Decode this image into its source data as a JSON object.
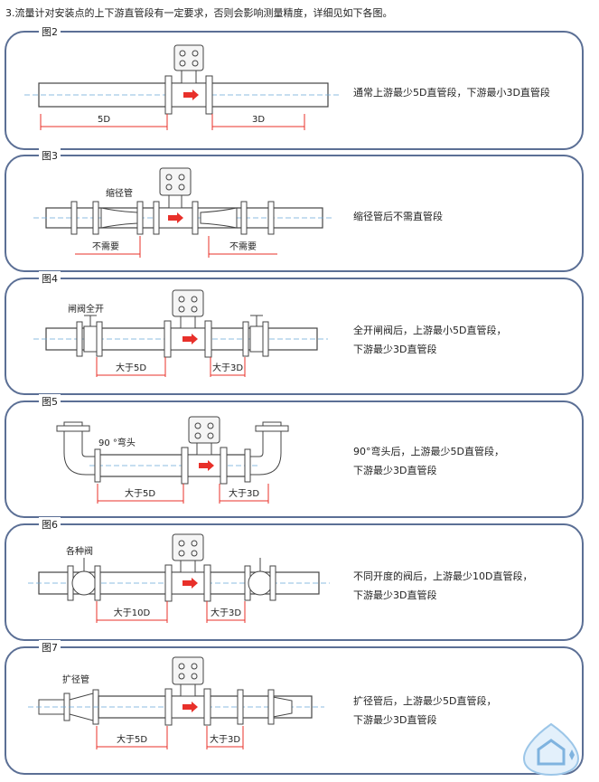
{
  "intro": "3.流量计对安装点的上下游直管段有一定要求，否则会影响测量精度，详细见如下各图。",
  "panels": [
    {
      "title": "图2",
      "desc": [
        "通常上游最少5D直管段，下游最小3D直管段"
      ],
      "fitting_label": "",
      "up_label": "5D",
      "down_label": "3D"
    },
    {
      "title": "图3",
      "desc": [
        "缩径管后不需直管段"
      ],
      "fitting_label": "缩径管",
      "up_label": "不需要",
      "down_label": "不需要"
    },
    {
      "title": "图4",
      "desc": [
        "全开闸阀后，上游最小5D直管段，",
        "下游最少3D直管段"
      ],
      "fitting_label": "闸阀全开",
      "up_label": "大于5D",
      "down_label": "大于3D"
    },
    {
      "title": "图5",
      "desc": [
        "90°弯头后，上游最少5D直管段，",
        "下游最少3D直管段"
      ],
      "fitting_label": "90 °弯头",
      "up_label": "大于5D",
      "down_label": "大于3D"
    },
    {
      "title": "图6",
      "desc": [
        "不同开度的阀后，上游最少10D直管段，",
        "下游最少3D直管段"
      ],
      "fitting_label": "各种阀",
      "up_label": "大于10D",
      "down_label": "大于3D"
    },
    {
      "title": "图7",
      "desc": [
        "扩径管后，上游最少5D直管段，",
        "下游最少3D直管段"
      ],
      "fitting_label": "扩径管",
      "up_label": "大于5D",
      "down_label": "大于3D"
    }
  ],
  "colors": {
    "panel_border": "#5b6f95",
    "dimension": "#e8302a",
    "pipe_stroke": "#444444",
    "centerline": "#6aa7d8"
  }
}
